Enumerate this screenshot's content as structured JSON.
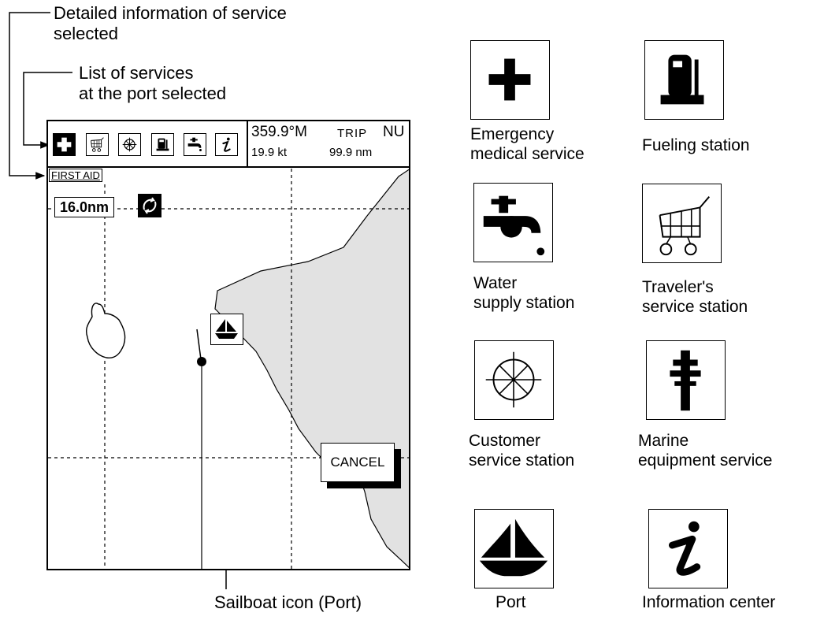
{
  "callouts": {
    "detail": "Detailed information of service\nselected",
    "list": "List of services\nat the port selected",
    "sailboat": "Sailboat icon (Port)"
  },
  "screen": {
    "bearing": "359.9°M",
    "trip_label": "TRIP",
    "nu_label": "NU",
    "speed": "19.9 kt",
    "distance": "99.9 nm",
    "selected_service": "FIRST AID",
    "range": "16.0nm",
    "cancel": "CANCEL",
    "services": [
      "first-aid-icon",
      "shopping-cart-icon",
      "customer-service-icon",
      "fuel-pump-icon",
      "water-tap-icon",
      "information-icon"
    ]
  },
  "legend": [
    {
      "icon": "first-aid-icon",
      "label": "Emergency\nmedical service"
    },
    {
      "icon": "fuel-pump-icon",
      "label": "Fueling station"
    },
    {
      "icon": "water-tap-icon",
      "label": "Water\nsupply station"
    },
    {
      "icon": "shopping-cart-icon",
      "label": "Traveler's\nservice station"
    },
    {
      "icon": "customer-service-icon",
      "label": "Customer\nservice station"
    },
    {
      "icon": "marine-equipment-icon",
      "label": "Marine\nequipment service"
    },
    {
      "icon": "sailboat-icon",
      "label": "Port"
    },
    {
      "icon": "information-icon",
      "label": "Information center"
    }
  ]
}
